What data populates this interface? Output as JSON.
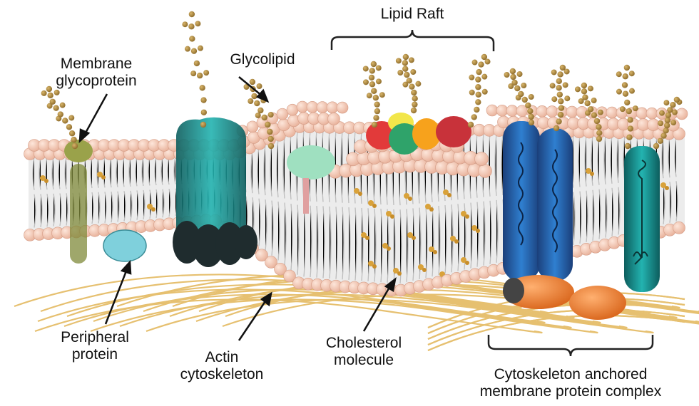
{
  "labels": {
    "lipid_raft": "Lipid Raft",
    "glycolipid": "Glycolipid",
    "membrane_glycoprotein": [
      "Membrane",
      "glycoprotein"
    ],
    "peripheral_protein": [
      "Peripheral",
      "protein"
    ],
    "actin_cytoskeleton": [
      "Actin",
      "cytoskeleton"
    ],
    "cholesterol_molecule": [
      "Cholesterol",
      "molecule"
    ],
    "cytoskeleton_anchored_complex": [
      "Cytoskeleton anchored",
      "membrane protein complex"
    ]
  },
  "colors": {
    "lipid_head": "#f2c9b5",
    "lipid_tail": "#c8c8c8",
    "sugar": "#b08a3e",
    "cholesterol": "#d9a23a",
    "actin": "#e6c070",
    "teal_protein": "#1a9b9b",
    "blue_protein": "#1f5fa8",
    "orange_protein": "#f08a3a",
    "dark_protein": "#1e2a2c",
    "peripheral_protein": "#7fd0dc",
    "olive_protein": "#8a8a3c",
    "mint_protein": "#9fe0c0"
  }
}
